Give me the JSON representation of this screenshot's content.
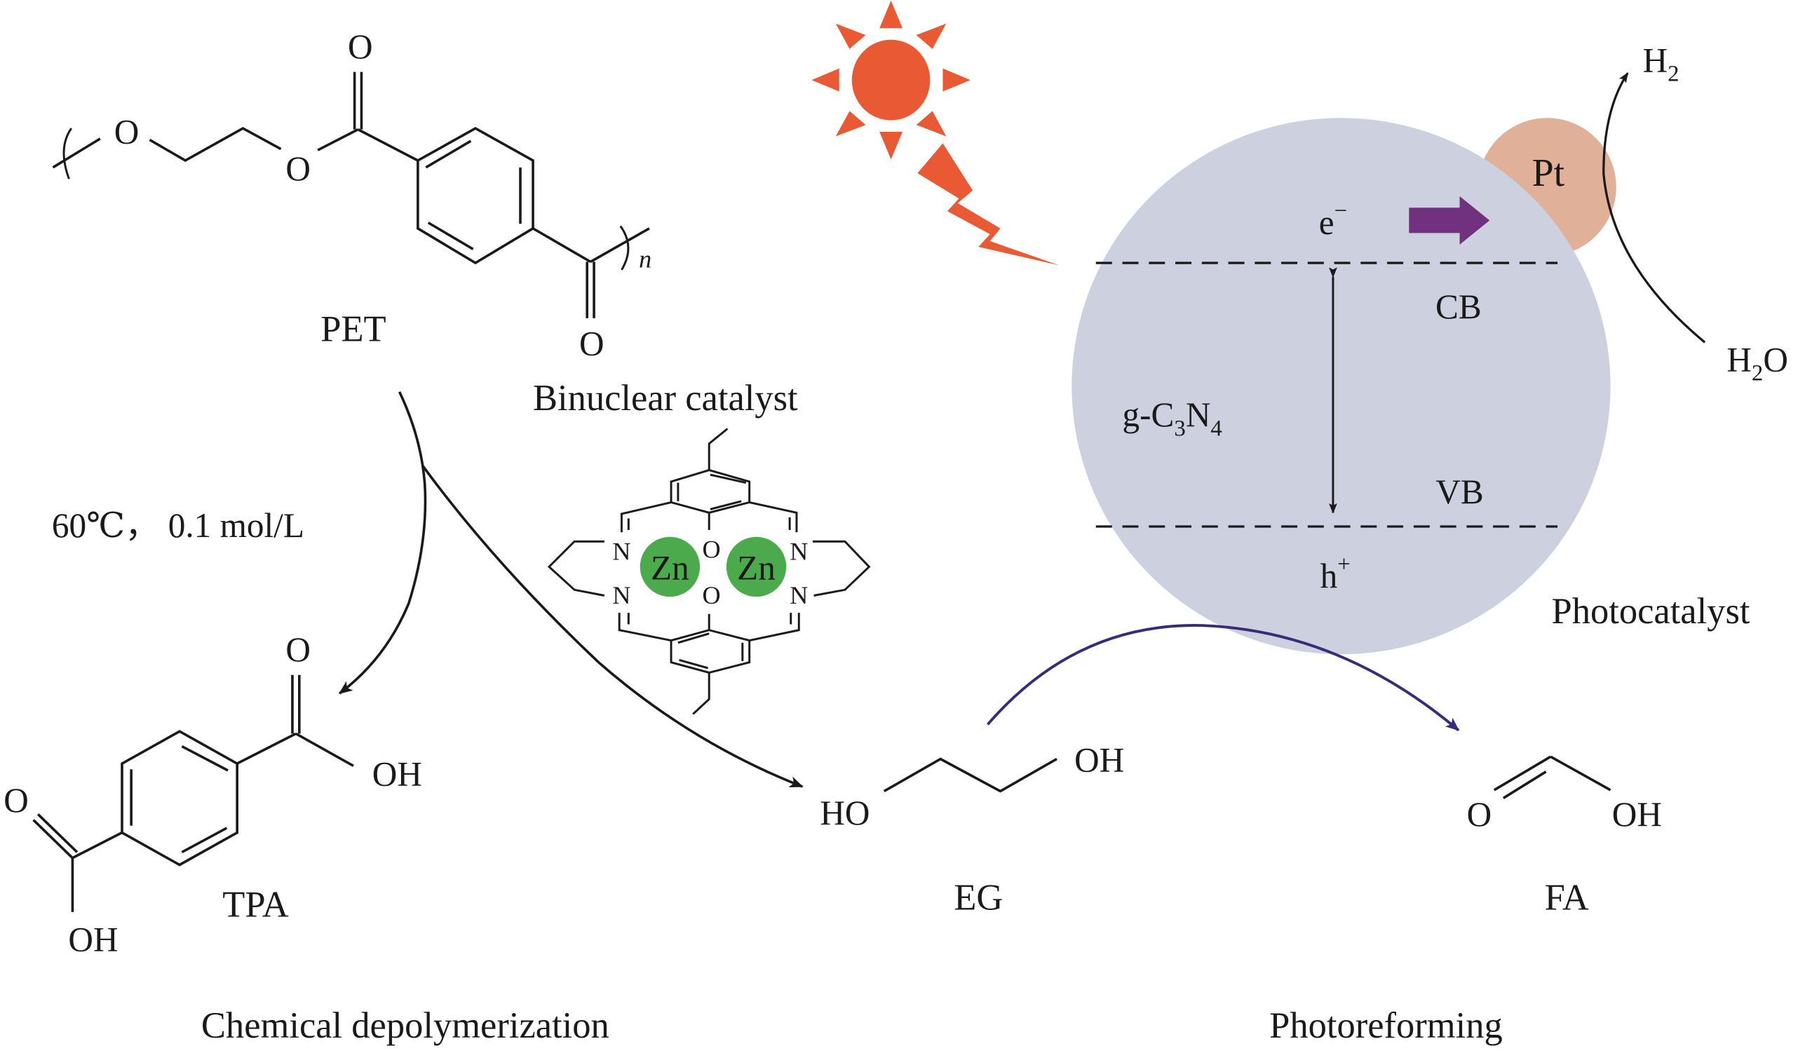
{
  "colors": {
    "sun": "#E95A34",
    "photocatalyst_sphere": "#CDD0DF",
    "pt_particle": "#E0B098",
    "electron_arrow": "#72317F",
    "zn_atom": "#4BAA4B",
    "photoreforming_arrow": "#3A2A7A",
    "ink": "#1A1A1A"
  },
  "pet": {
    "label": "PET",
    "atoms": {
      "o1": "O",
      "o2": "O",
      "o_carbonyl_top": "O",
      "o_carbonyl_bottom": "O",
      "repeat": "n"
    }
  },
  "conditions": "60℃， 0.1 mol/L",
  "catalyst": {
    "label": "Binuclear catalyst",
    "metal_1": "Zn",
    "metal_2": "Zn",
    "n_atoms": [
      "N",
      "N",
      "N",
      "N"
    ],
    "o_atoms": [
      "O",
      "O"
    ]
  },
  "tpa": {
    "label": "TPA",
    "o_top": "O",
    "oh_right": "OH",
    "o_left": "O",
    "oh_bottom": "OH"
  },
  "eg": {
    "label": "EG",
    "ho": "HO",
    "oh": "OH"
  },
  "fa": {
    "label": "FA",
    "o": "O",
    "oh": "OH"
  },
  "photocatalyst": {
    "label": "Photocatalyst",
    "material": {
      "prefix": "g-C",
      "sub1": "3",
      "mid": "N",
      "sub2": "4"
    },
    "electron": {
      "base": "e",
      "sup": "−"
    },
    "hole": {
      "base": "h",
      "sup": "+"
    },
    "cb": "CB",
    "vb": "VB",
    "cocatalyst": "Pt"
  },
  "h2": {
    "base": "H",
    "sub": "2"
  },
  "h2o": {
    "base": "H",
    "sub": "2",
    "tail": "O"
  },
  "sections": {
    "left": "Chemical depolymerization",
    "right": "Photoreforming"
  }
}
